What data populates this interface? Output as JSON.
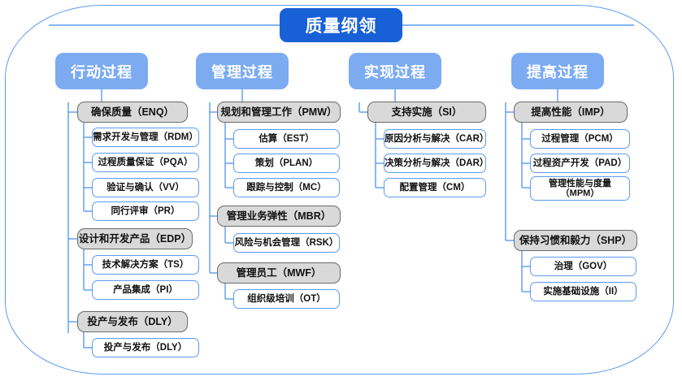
{
  "diagram": {
    "title": "质量纲领",
    "colors": {
      "title_fill": "#1860d6",
      "header_fill": "#7cabf2",
      "level2_fill": "#d9d9d9",
      "level2_border": "#6b6b6b",
      "level3_border": "#5b9bf0",
      "frame_border": "#5b9bf0",
      "wire": "#5b9bf0"
    },
    "columns": [
      {
        "header": "行动过程",
        "groups": [
          {
            "label": "确保质量（ENQ）",
            "items": [
              "需求开发与管理（RDM）",
              "过程质量保证（PQA）",
              "验证与确认（VV）",
              "同行评审（PR）"
            ]
          },
          {
            "label": "设计和开发产品（EDP）",
            "items": [
              "技术解决方案（TS）",
              "产品集成（PI）"
            ]
          },
          {
            "label": "投产与发布（DLY）",
            "items": [
              "投产与发布（DLY）"
            ]
          }
        ]
      },
      {
        "header": "管理过程",
        "groups": [
          {
            "label": "规划和管理工作（PMW）",
            "items": [
              "估算（EST）",
              "策划（PLAN）",
              "跟踪与控制（MC）"
            ]
          },
          {
            "label": "管理业务弹性（MBR）",
            "items": [
              "风险与机会管理（RSK）"
            ]
          },
          {
            "label": "管理员工（MWF）",
            "items": [
              "组织级培训（OT）"
            ]
          }
        ]
      },
      {
        "header": "实现过程",
        "groups": [
          {
            "label": "支持实施（SI）",
            "items": [
              "原因分析与解决（CAR）",
              "决策分析与解决（DAR）",
              "配置管理（CM）"
            ]
          }
        ]
      },
      {
        "header": "提高过程",
        "groups": [
          {
            "label": "提高性能（IMP）",
            "items": [
              "过程管理（PCM）",
              "过程资产开发（PAD）",
              "管理性能与度量\n（MPM）"
            ]
          },
          {
            "label": "保持习惯和毅力（SHP）",
            "items": [
              "治理（GOV）",
              "实施基础设施（II）"
            ]
          }
        ]
      }
    ]
  }
}
